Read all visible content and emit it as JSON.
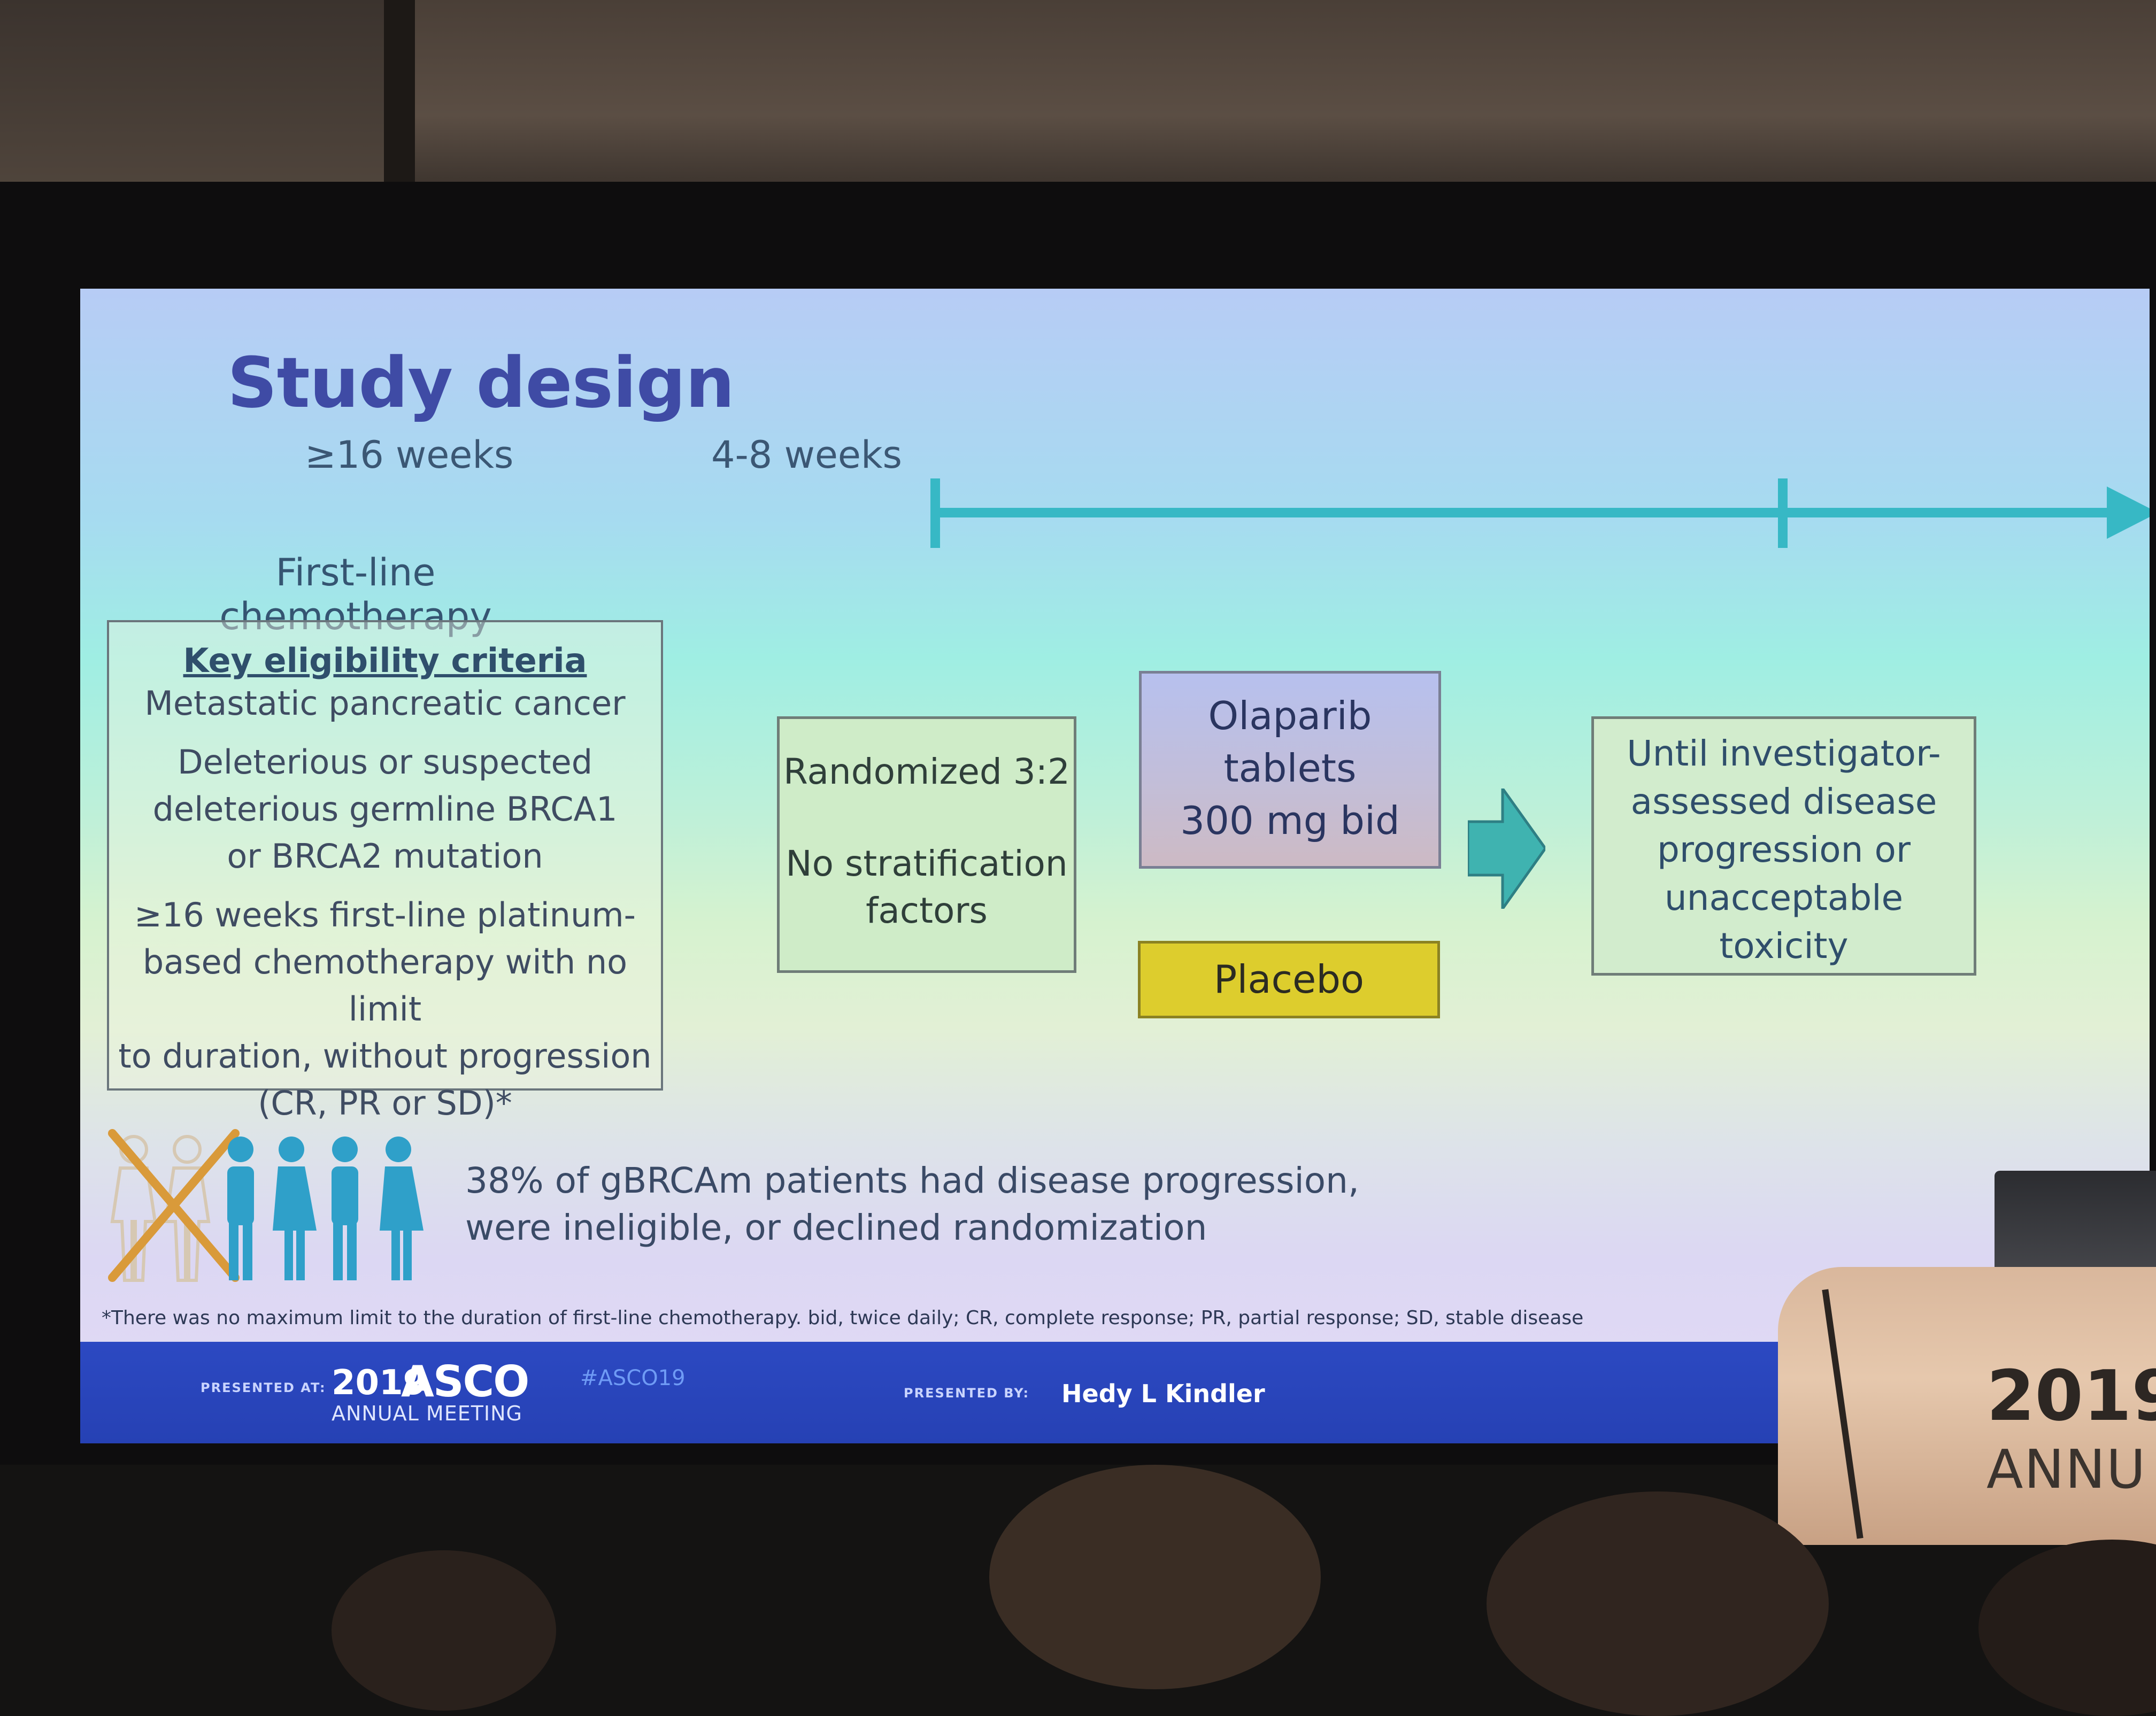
{
  "slide": {
    "title": "Study design",
    "week_label_1": "≥16 weeks",
    "week_label_2": "4-8 weeks",
    "first_line_label": "First-line chemotherapy",
    "criteria": {
      "heading": "Key eligibility criteria",
      "item1": "Metastatic pancreatic cancer",
      "item2_l1": "Deleterious or suspected",
      "item2_l2": "deleterious germline BRCA1",
      "item2_l3": "or BRCA2 mutation",
      "item3_l1": "≥16 weeks first-line platinum-",
      "item3_l2": "based chemotherapy with no limit",
      "item3_l3": "to duration, without progression",
      "item3_l4": "(CR, PR or SD)*"
    },
    "randomized": {
      "line1": "Randomized 3:2",
      "line2a": "No stratification",
      "line2b": "factors"
    },
    "olaparib": {
      "line1": "Olaparib",
      "line2": "tablets",
      "line3": "300 mg bid"
    },
    "placebo": "Placebo",
    "until": {
      "line1": "Until investigator-",
      "line2": "assessed disease",
      "line3": "progression or",
      "line4": "unacceptable",
      "line5": "toxicity"
    },
    "progression_note": {
      "line1": "38% of gBRCAm patients had disease progression,",
      "line2": "were ineligible, or declined randomization"
    },
    "footnote": "*There was no maximum limit to the duration of first-line chemotherapy. bid, twice daily; CR, complete response; PR, partial response; SD, stable disease",
    "footer": {
      "presented_at": "PRESENTED AT:",
      "year": "2019",
      "brand": "ASCO",
      "meeting": "ANNUAL MEETING",
      "hashtag": "#ASCO19",
      "presented_by": "PRESENTED BY:",
      "presenter": "Hedy L Kindler"
    }
  },
  "podium": {
    "year": "2019",
    "text": "ANNU"
  },
  "colors": {
    "title": "#3f4ba5",
    "timeline": "#37b8c5",
    "placebo": "#ddcd2d",
    "footer": "#2641b4",
    "people_crossed": "#d99a3a",
    "people": "#2fa0c9"
  }
}
